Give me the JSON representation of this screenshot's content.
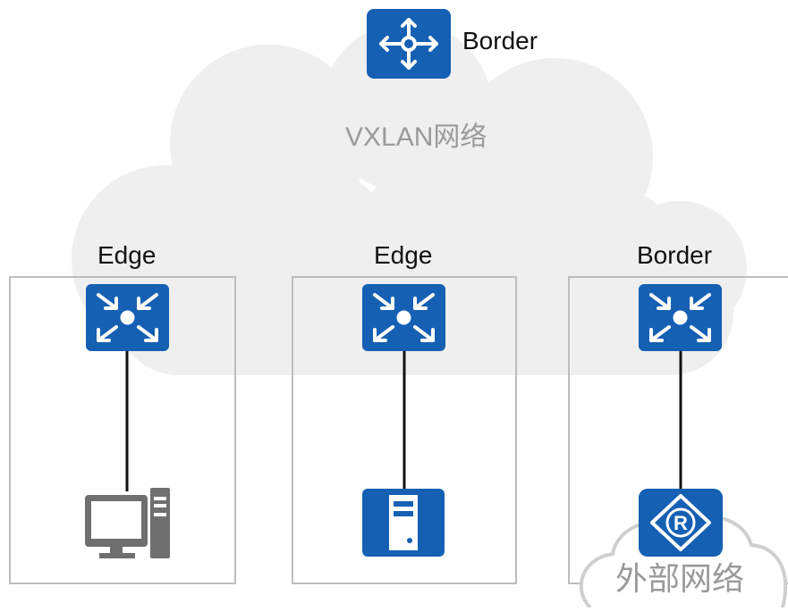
{
  "colors": {
    "device_blue": "#1560b3",
    "cloud_fill": "#efefef",
    "zone_border": "#bdbdbd",
    "link": "#111111",
    "label_text": "#111111",
    "muted_text": "#9a9a9a"
  },
  "diagram": {
    "cloud_label": "VXLAN网络",
    "nodes": {
      "top_router": {
        "label": "Border",
        "icon": "router-icon"
      },
      "edge_1": {
        "label": "Edge",
        "icon": "switch-icon"
      },
      "edge_2": {
        "label": "Edge",
        "icon": "switch-icon"
      },
      "border_switch": {
        "label": "Border",
        "icon": "switch-icon"
      },
      "pc": {
        "icon": "pc-icon"
      },
      "server": {
        "icon": "server-icon"
      },
      "external_router": {
        "icon": "router-r-icon"
      }
    },
    "external_network_label": "外部网络"
  }
}
